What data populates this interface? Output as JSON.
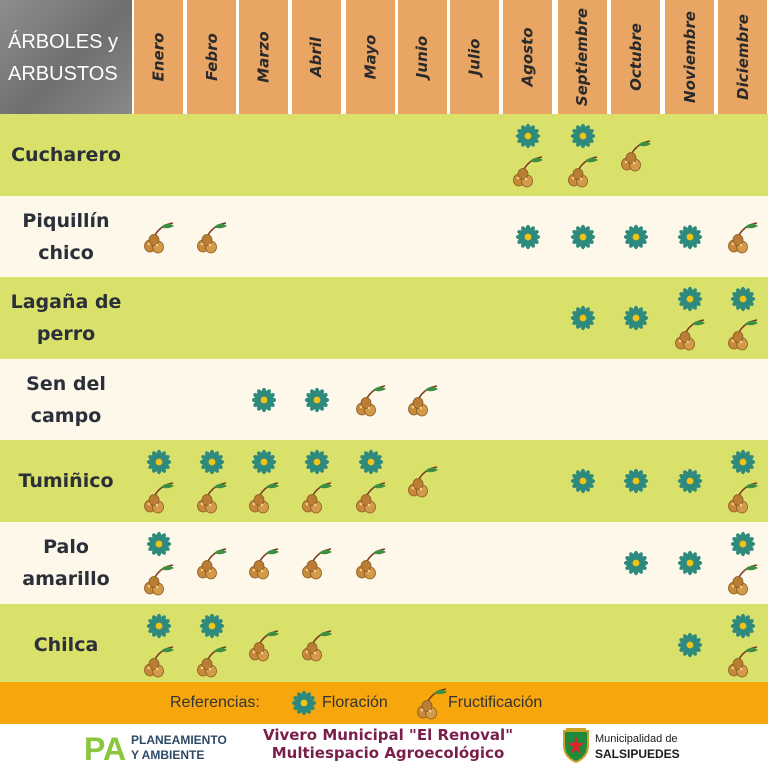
{
  "header": {
    "corner_title": "ÁRBOLES y\nARBUSTOS",
    "months": [
      "Enero",
      "Febro",
      "Marzo",
      "Abril",
      "Mayo",
      "Junio",
      "Julio",
      "Agosto",
      "Septiembre",
      "Octubre",
      "Noviembre",
      "Diciembre"
    ]
  },
  "icons": {
    "flower": "flower-icon",
    "fruit": "fruit-icon"
  },
  "colors": {
    "month_header": "#e9a564",
    "row_green": "#d9e16a",
    "row_cream": "#fdf8ea",
    "flower_petal": "#2f8a7e",
    "flower_center": "#f2c318",
    "fruit": "#c8893a",
    "legend_bar": "#f7a70b",
    "vivero_text": "#7a1f4a"
  },
  "plants": [
    {
      "name": "Cucharero",
      "flower": [
        8,
        9
      ],
      "fruit": [
        8,
        9,
        10
      ]
    },
    {
      "name": "Piquillín\nchico",
      "flower": [
        8,
        9,
        10,
        11
      ],
      "fruit": [
        1,
        2,
        12
      ]
    },
    {
      "name": "Lagaña de\nperro",
      "flower": [
        9,
        10,
        11,
        12
      ],
      "fruit": [
        11,
        12
      ]
    },
    {
      "name": "Sen del\ncampo",
      "flower": [
        3,
        4
      ],
      "fruit": [
        5,
        6
      ]
    },
    {
      "name": "Tumiñico",
      "flower": [
        1,
        2,
        3,
        4,
        5,
        9,
        10,
        11,
        12
      ],
      "fruit": [
        1,
        2,
        3,
        4,
        5,
        6,
        12
      ]
    },
    {
      "name": "Palo\namarillo",
      "flower": [
        1,
        10,
        11,
        12
      ],
      "fruit": [
        1,
        2,
        3,
        4,
        5,
        12
      ]
    },
    {
      "name": "Chilca",
      "flower": [
        1,
        2,
        11,
        12
      ],
      "fruit": [
        1,
        2,
        3,
        4,
        12
      ]
    }
  ],
  "legend": {
    "label": "Referencias:",
    "flower_label": "Floración",
    "fruit_label": "Fructificación"
  },
  "footer": {
    "pa_mark": "PA",
    "pa_text": "PLANEAMIENTO\nY AMBIENTE",
    "vivero": "Vivero Municipal \"El Renoval\"\nMultiespacio Agroecológico",
    "municipality_top": "Municipalidad de",
    "municipality_bottom": "SALSIPUEDES"
  }
}
